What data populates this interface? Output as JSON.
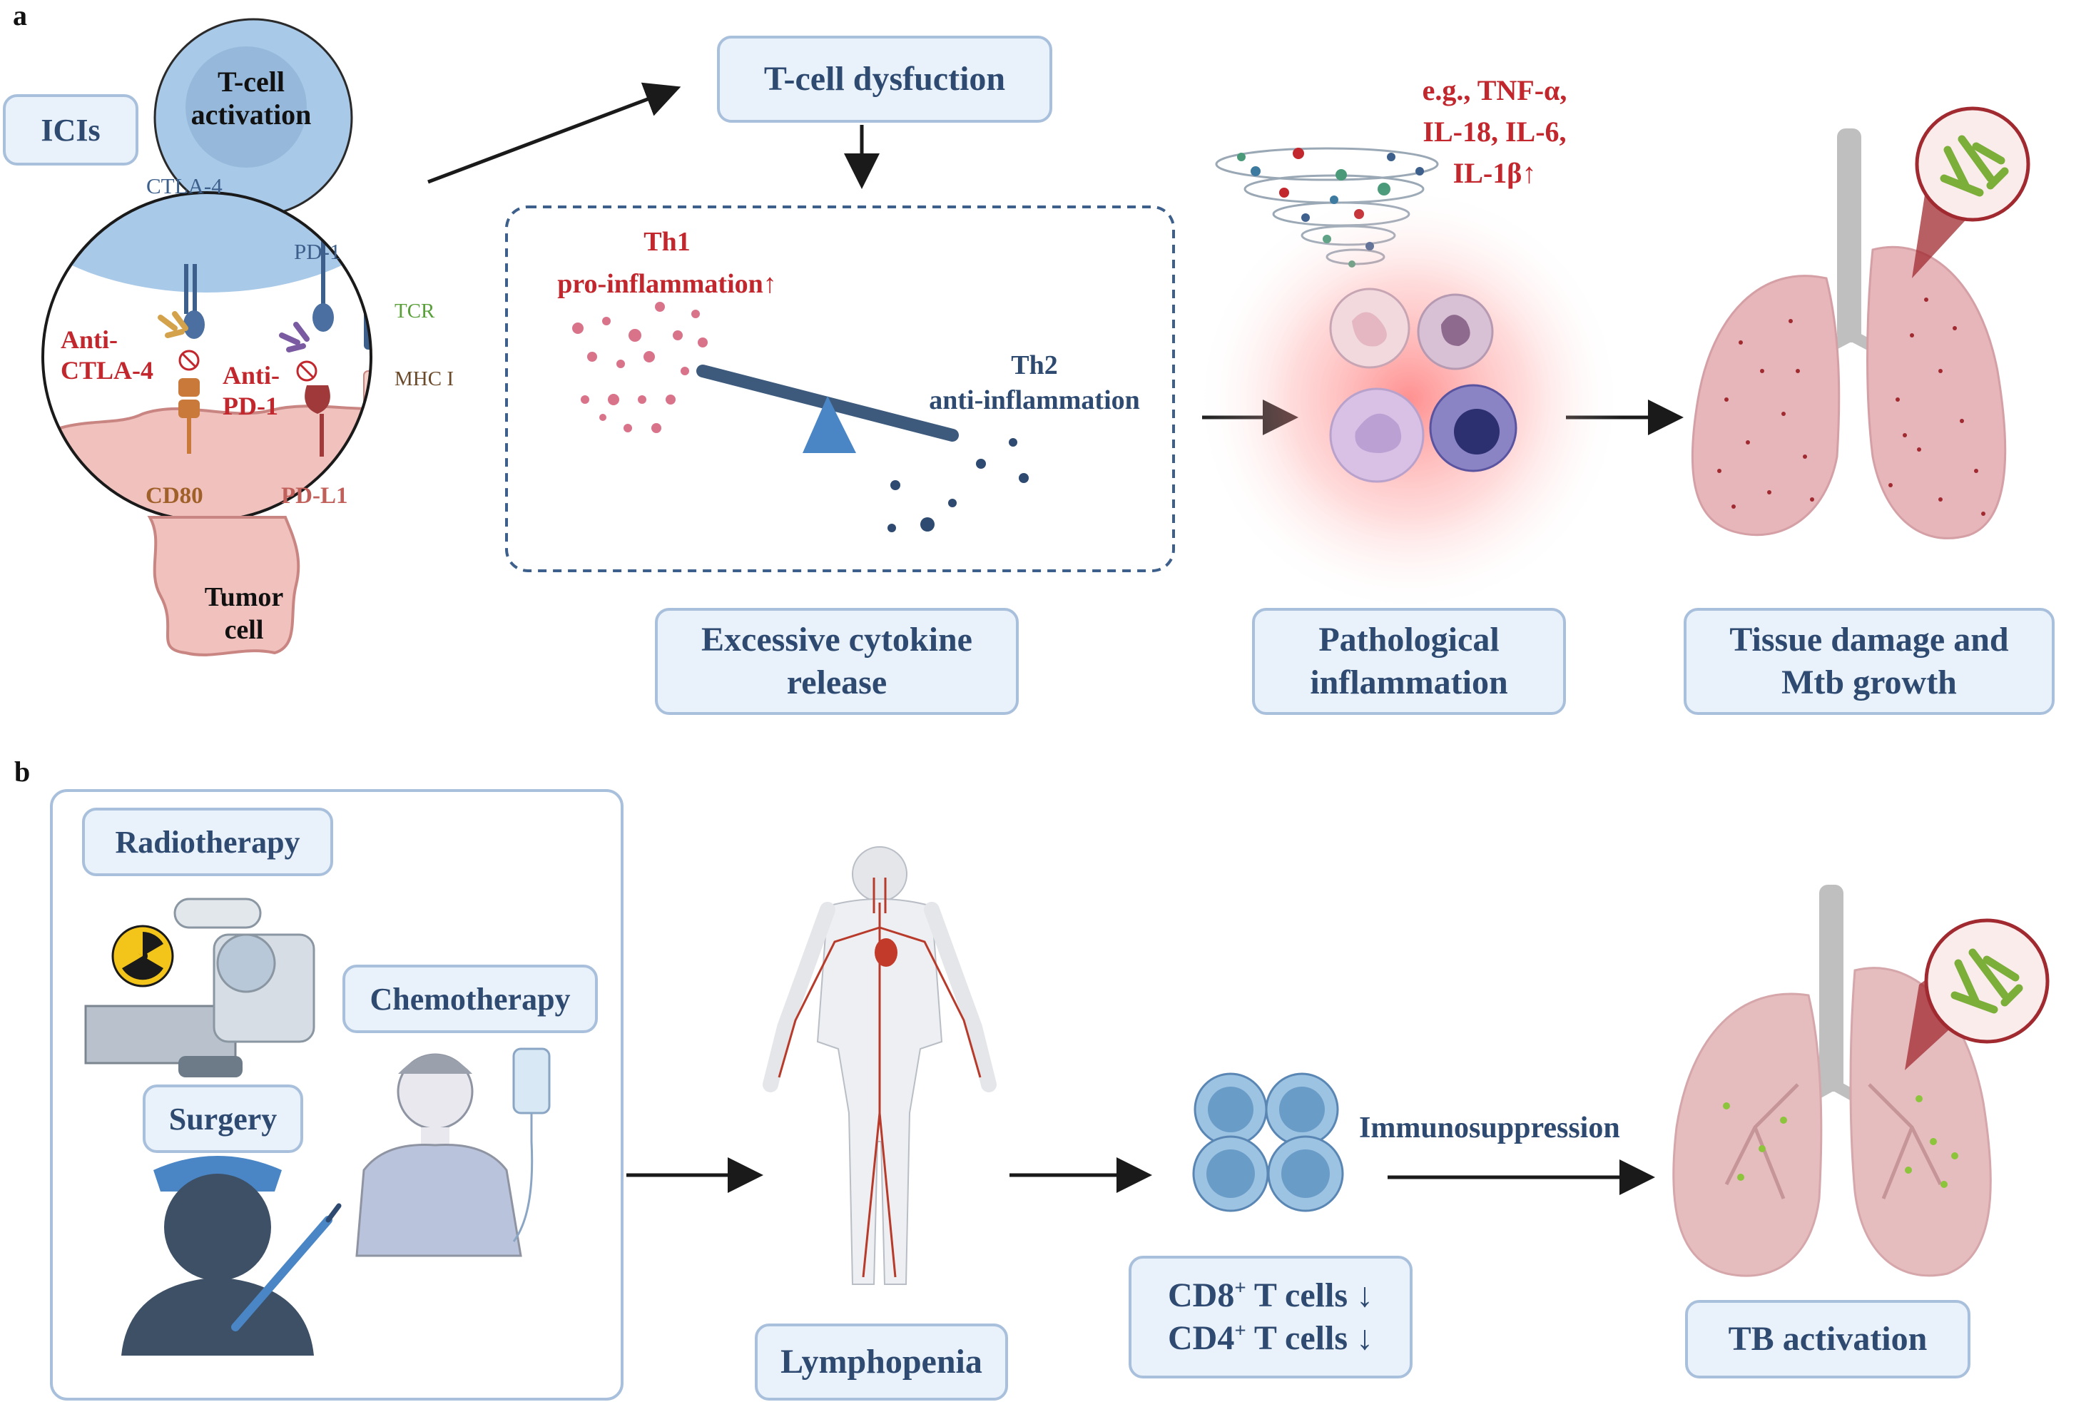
{
  "panel_a": {
    "letter": "a",
    "icis": "ICIs",
    "tcell_activation_1": "T-cell",
    "tcell_activation_2": "activation",
    "ctla4": "CTLA-4",
    "pd1": "PD-1",
    "tcr": "TCR",
    "mhc": "MHC I",
    "anti_ctla4_1": "Anti-",
    "anti_ctla4_2": "CTLA-4",
    "anti_pd1_1": "Anti-",
    "anti_pd1_2": "PD-1",
    "cd80": "CD80",
    "pdl1": "PD-L1",
    "tumor_1": "Tumor",
    "tumor_2": "cell",
    "tcell_dysfunction": "T-cell dysfuction",
    "th1_1": "Th1",
    "th1_2": "pro-inflammation↑",
    "th2_1": "Th2",
    "th2_2": "anti-inflammation",
    "cytokines_1": "e.g., TNF-α,",
    "cytokines_2": "IL-18, IL-6,",
    "cytokines_3": "IL-1β↑",
    "excessive_1": "Excessive cytokine",
    "excessive_2": "release",
    "pathological_1": "Pathological",
    "pathological_2": "inflammation",
    "tissue_1": "Tissue damage and",
    "tissue_2": "Mtb growth"
  },
  "panel_b": {
    "letter": "b",
    "radiotherapy": "Radiotherapy",
    "chemotherapy": "Chemotherapy",
    "surgery": "Surgery",
    "lymphopenia": "Lymphopenia",
    "immunosuppression": "Immunosuppression",
    "cd8": "CD8",
    "cd4": "CD4",
    "plus": "+",
    "tcells_down": " T cells ↓",
    "tb_activation": "TB activation"
  },
  "colors": {
    "box_fill": "#e9f1fa",
    "box_border": "#a9c0dd",
    "navy_text": "#2e4a70",
    "red_text": "#c1272d",
    "lung": "#e8b9bb",
    "bacteria": "#7cae3a"
  }
}
